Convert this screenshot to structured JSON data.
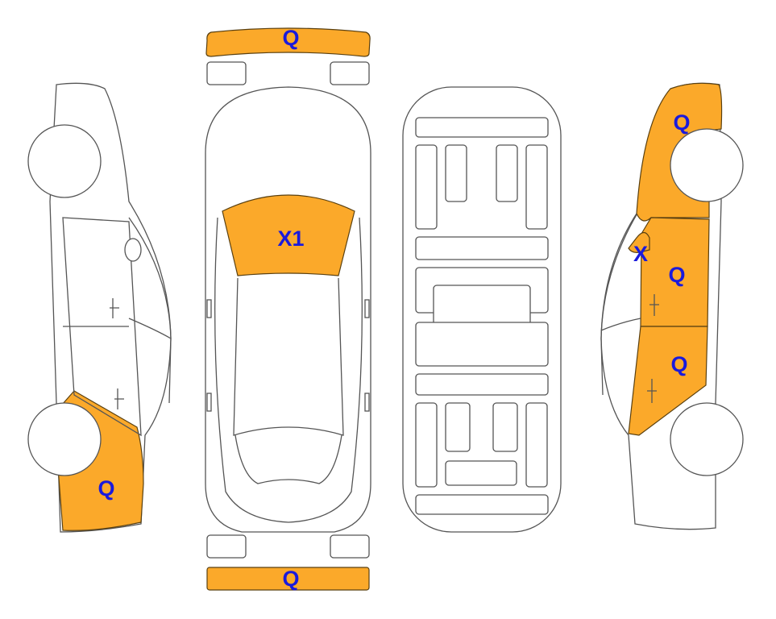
{
  "colors": {
    "damage_fill": "#FBA92A",
    "label_text": "#1A1ADC",
    "outline": "#555555"
  },
  "views": {
    "top": {
      "front_bumper": {
        "code": "Q"
      },
      "windshield": {
        "code": "X1"
      },
      "rear_bumper": {
        "code": "Q"
      }
    },
    "left_side": {
      "rear_quarter": {
        "code": "Q"
      }
    },
    "right_side": {
      "front_fender": {
        "code": "Q"
      },
      "a_pillar": {
        "code": "X"
      },
      "front_door": {
        "code": "Q"
      },
      "rear_door": {
        "code": "Q"
      }
    }
  }
}
